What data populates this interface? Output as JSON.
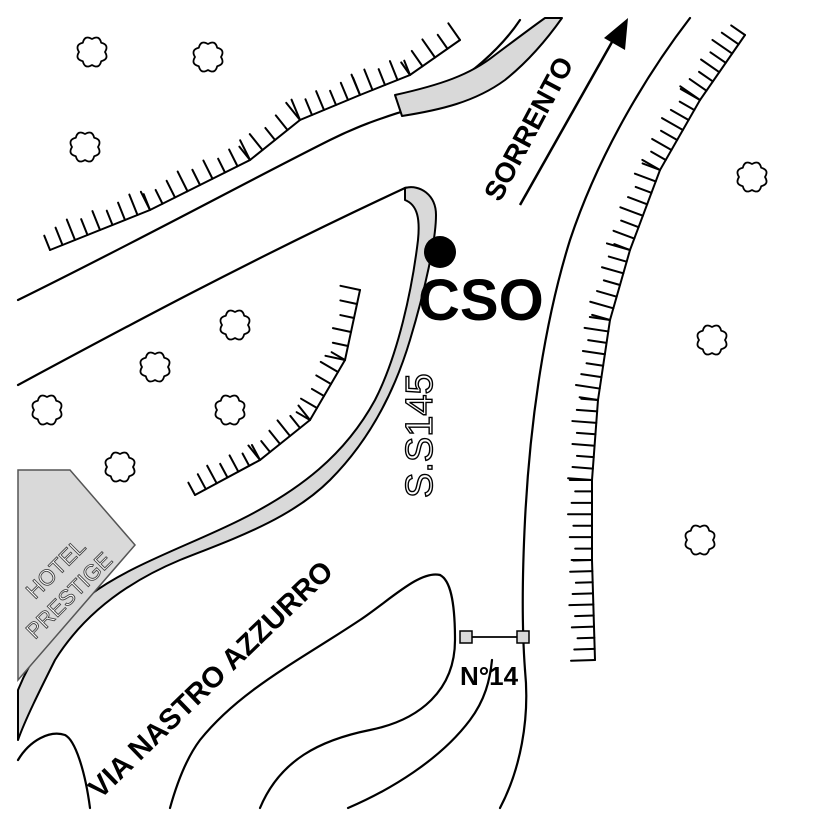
{
  "labels": {
    "destination": "SORRENTO",
    "poi_code": "CSO",
    "highway": "S.S145",
    "street": "VIA NASTRO AZZURRO",
    "house_number": "N°14",
    "hotel_line1": "HOTEL",
    "hotel_line2": "PRESTIGE"
  },
  "colors": {
    "ink": "#000000",
    "sidewalk": "#d9d9d9",
    "background": "#ffffff"
  },
  "icons": {
    "tree": "tree-icon",
    "location": "location-dot-icon",
    "direction": "arrow-up-right-icon"
  }
}
